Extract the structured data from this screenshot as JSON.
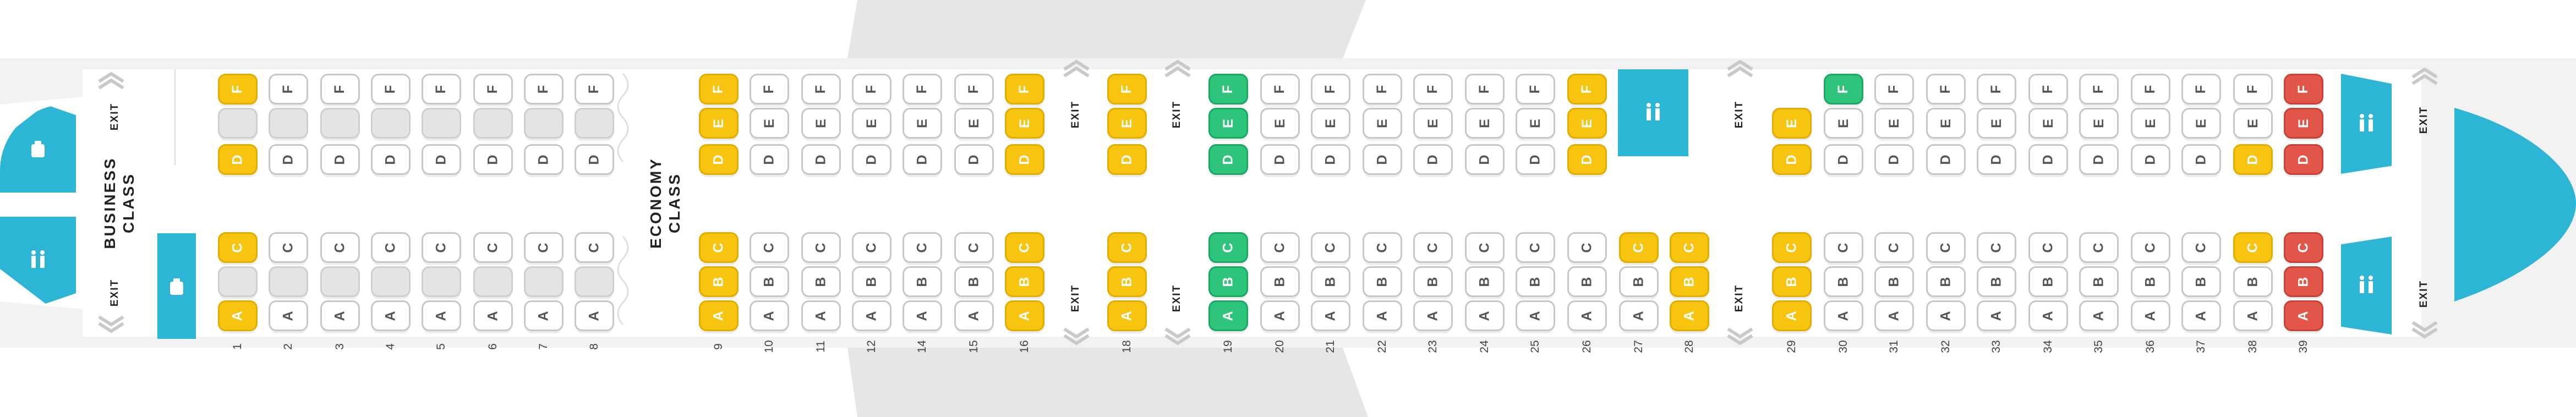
{
  "colors": {
    "fuselage": "#f2f2f2",
    "cabin_floor": "#ffffff",
    "facility": "#2db5d6",
    "seat_yellow": "#f7c40f",
    "seat_green": "#2ec47c",
    "seat_red": "#e2564a",
    "seat_blocked": "#e4e4e4",
    "wing": "#e6e6e6"
  },
  "cabin_labels": {
    "business": "BUSINESS CLASS",
    "economy": "ECONOMY CLASS"
  },
  "exit_label": "EXIT",
  "facility_icons": [
    "galley-icon",
    "lavatory-icon",
    "lavatory-icon",
    "galley-icon",
    "lavatory-icon",
    "galley-icon",
    "lavatory-icon",
    "lavatory-icon"
  ],
  "seat_letters": [
    "F",
    "E",
    "D",
    "C",
    "B",
    "A"
  ],
  "rows": [
    {
      "num": "1",
      "F": "yellow",
      "E": "blocked",
      "D": "yellow",
      "C": "yellow",
      "B": "blocked",
      "A": "yellow"
    },
    {
      "num": "2",
      "F": "free",
      "E": "blocked",
      "D": "free",
      "C": "free",
      "B": "blocked",
      "A": "free"
    },
    {
      "num": "3",
      "F": "free",
      "E": "blocked",
      "D": "free",
      "C": "free",
      "B": "blocked",
      "A": "free"
    },
    {
      "num": "4",
      "F": "free",
      "E": "blocked",
      "D": "free",
      "C": "free",
      "B": "blocked",
      "A": "free"
    },
    {
      "num": "5",
      "F": "free",
      "E": "blocked",
      "D": "free",
      "C": "free",
      "B": "blocked",
      "A": "free"
    },
    {
      "num": "6",
      "F": "free",
      "E": "blocked",
      "D": "free",
      "C": "free",
      "B": "blocked",
      "A": "free"
    },
    {
      "num": "7",
      "F": "free",
      "E": "blocked",
      "D": "free",
      "C": "free",
      "B": "blocked",
      "A": "free"
    },
    {
      "num": "8",
      "F": "free",
      "E": "blocked",
      "D": "free",
      "C": "free",
      "B": "blocked",
      "A": "free"
    },
    {
      "num": "9",
      "F": "yellow",
      "E": "yellow",
      "D": "yellow",
      "C": "yellow",
      "B": "yellow",
      "A": "yellow"
    },
    {
      "num": "10",
      "F": "free",
      "E": "free",
      "D": "free",
      "C": "free",
      "B": "free",
      "A": "free"
    },
    {
      "num": "11",
      "F": "free",
      "E": "free",
      "D": "free",
      "C": "free",
      "B": "free",
      "A": "free"
    },
    {
      "num": "12",
      "F": "free",
      "E": "free",
      "D": "free",
      "C": "free",
      "B": "free",
      "A": "free"
    },
    {
      "num": "14",
      "F": "free",
      "E": "free",
      "D": "free",
      "C": "free",
      "B": "free",
      "A": "free"
    },
    {
      "num": "15",
      "F": "free",
      "E": "free",
      "D": "free",
      "C": "free",
      "B": "free",
      "A": "free"
    },
    {
      "num": "16",
      "F": "yellow",
      "E": "yellow",
      "D": "yellow",
      "C": "yellow",
      "B": "yellow",
      "A": "yellow"
    },
    {
      "num": "18",
      "F": "yellow",
      "E": "yellow",
      "D": "yellow",
      "C": "yellow",
      "B": "yellow",
      "A": "yellow"
    },
    {
      "num": "19",
      "F": "green",
      "E": "green",
      "D": "green",
      "C": "green",
      "B": "green",
      "A": "green"
    },
    {
      "num": "20",
      "F": "free",
      "E": "free",
      "D": "free",
      "C": "free",
      "B": "free",
      "A": "free"
    },
    {
      "num": "21",
      "F": "free",
      "E": "free",
      "D": "free",
      "C": "free",
      "B": "free",
      "A": "free"
    },
    {
      "num": "22",
      "F": "free",
      "E": "free",
      "D": "free",
      "C": "free",
      "B": "free",
      "A": "free"
    },
    {
      "num": "23",
      "F": "free",
      "E": "free",
      "D": "free",
      "C": "free",
      "B": "free",
      "A": "free"
    },
    {
      "num": "24",
      "F": "free",
      "E": "free",
      "D": "free",
      "C": "free",
      "B": "free",
      "A": "free"
    },
    {
      "num": "25",
      "F": "free",
      "E": "free",
      "D": "free",
      "C": "free",
      "B": "free",
      "A": "free"
    },
    {
      "num": "26",
      "F": "yellow",
      "E": "yellow",
      "D": "yellow",
      "C": "free",
      "B": "free",
      "A": "free"
    },
    {
      "num": "27",
      "F": "",
      "E": "",
      "D": "",
      "C": "yellow",
      "B": "free",
      "A": "free"
    },
    {
      "num": "28",
      "F": "",
      "E": "",
      "D": "",
      "C": "yellow",
      "B": "yellow",
      "A": "yellow"
    },
    {
      "num": "29",
      "F": "",
      "E": "yellow",
      "D": "yellow",
      "C": "yellow",
      "B": "yellow",
      "A": "yellow"
    },
    {
      "num": "30",
      "F": "green",
      "E": "free",
      "D": "free",
      "C": "free",
      "B": "free",
      "A": "free"
    },
    {
      "num": "31",
      "F": "free",
      "E": "free",
      "D": "free",
      "C": "free",
      "B": "free",
      "A": "free"
    },
    {
      "num": "32",
      "F": "free",
      "E": "free",
      "D": "free",
      "C": "free",
      "B": "free",
      "A": "free"
    },
    {
      "num": "33",
      "F": "free",
      "E": "free",
      "D": "free",
      "C": "free",
      "B": "free",
      "A": "free"
    },
    {
      "num": "34",
      "F": "free",
      "E": "free",
      "D": "free",
      "C": "free",
      "B": "free",
      "A": "free"
    },
    {
      "num": "35",
      "F": "free",
      "E": "free",
      "D": "free",
      "C": "free",
      "B": "free",
      "A": "free"
    },
    {
      "num": "36",
      "F": "free",
      "E": "free",
      "D": "free",
      "C": "free",
      "B": "free",
      "A": "free"
    },
    {
      "num": "37",
      "F": "free",
      "E": "free",
      "D": "free",
      "C": "free",
      "B": "free",
      "A": "free"
    },
    {
      "num": "38",
      "F": "free",
      "E": "free",
      "D": "yellow",
      "C": "yellow",
      "B": "free",
      "A": "free"
    },
    {
      "num": "39",
      "F": "red",
      "E": "red",
      "D": "red",
      "C": "red",
      "B": "red",
      "A": "red"
    }
  ]
}
